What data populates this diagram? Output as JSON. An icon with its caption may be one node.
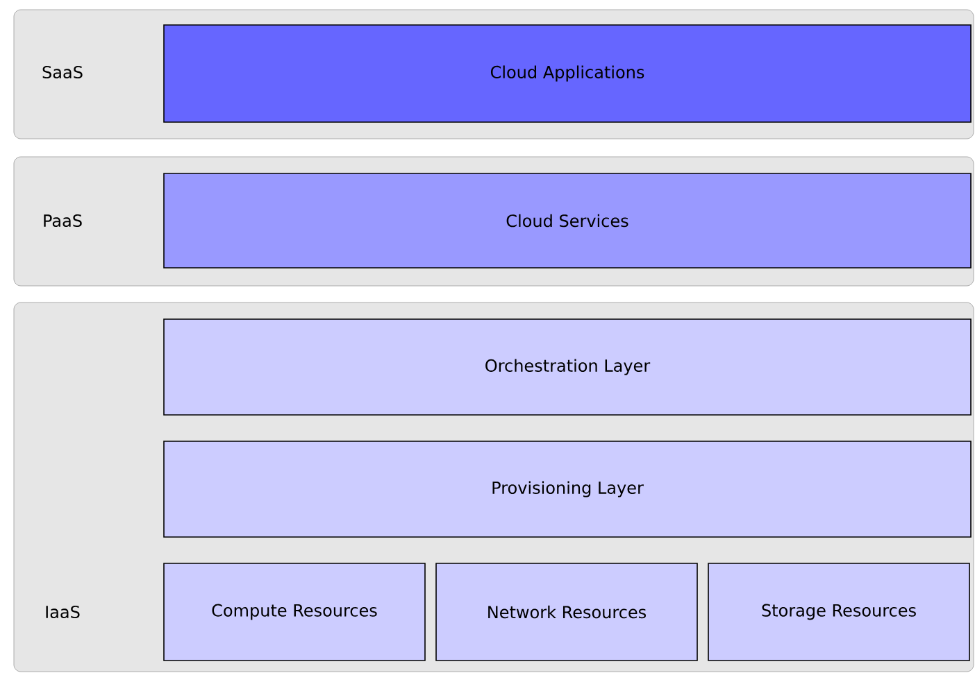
{
  "diagram": {
    "nodes": [
      {
        "text": [
          "SaaS"
        ]
      },
      {
        "text": [
          "Cloud Applications"
        ],
        "in": 0
      },
      {
        "text": [
          "PaaS"
        ]
      },
      {
        "text": [
          "Cloud Services"
        ],
        "in": 2
      },
      {
        "text": [
          "IaaS"
        ]
      },
      {
        "text": [
          "Orchestration Layer"
        ],
        "in": 4
      },
      {
        "text": [
          "Provisioning Layer"
        ],
        "in": 4
      },
      {
        "text": [
          "Compute Resources"
        ],
        "in": 4
      },
      {
        "text": [
          "Network Resources"
        ],
        "in": 4
      },
      {
        "text": [
          "Storage Resources"
        ],
        "in": 4
      }
    ]
  }
}
